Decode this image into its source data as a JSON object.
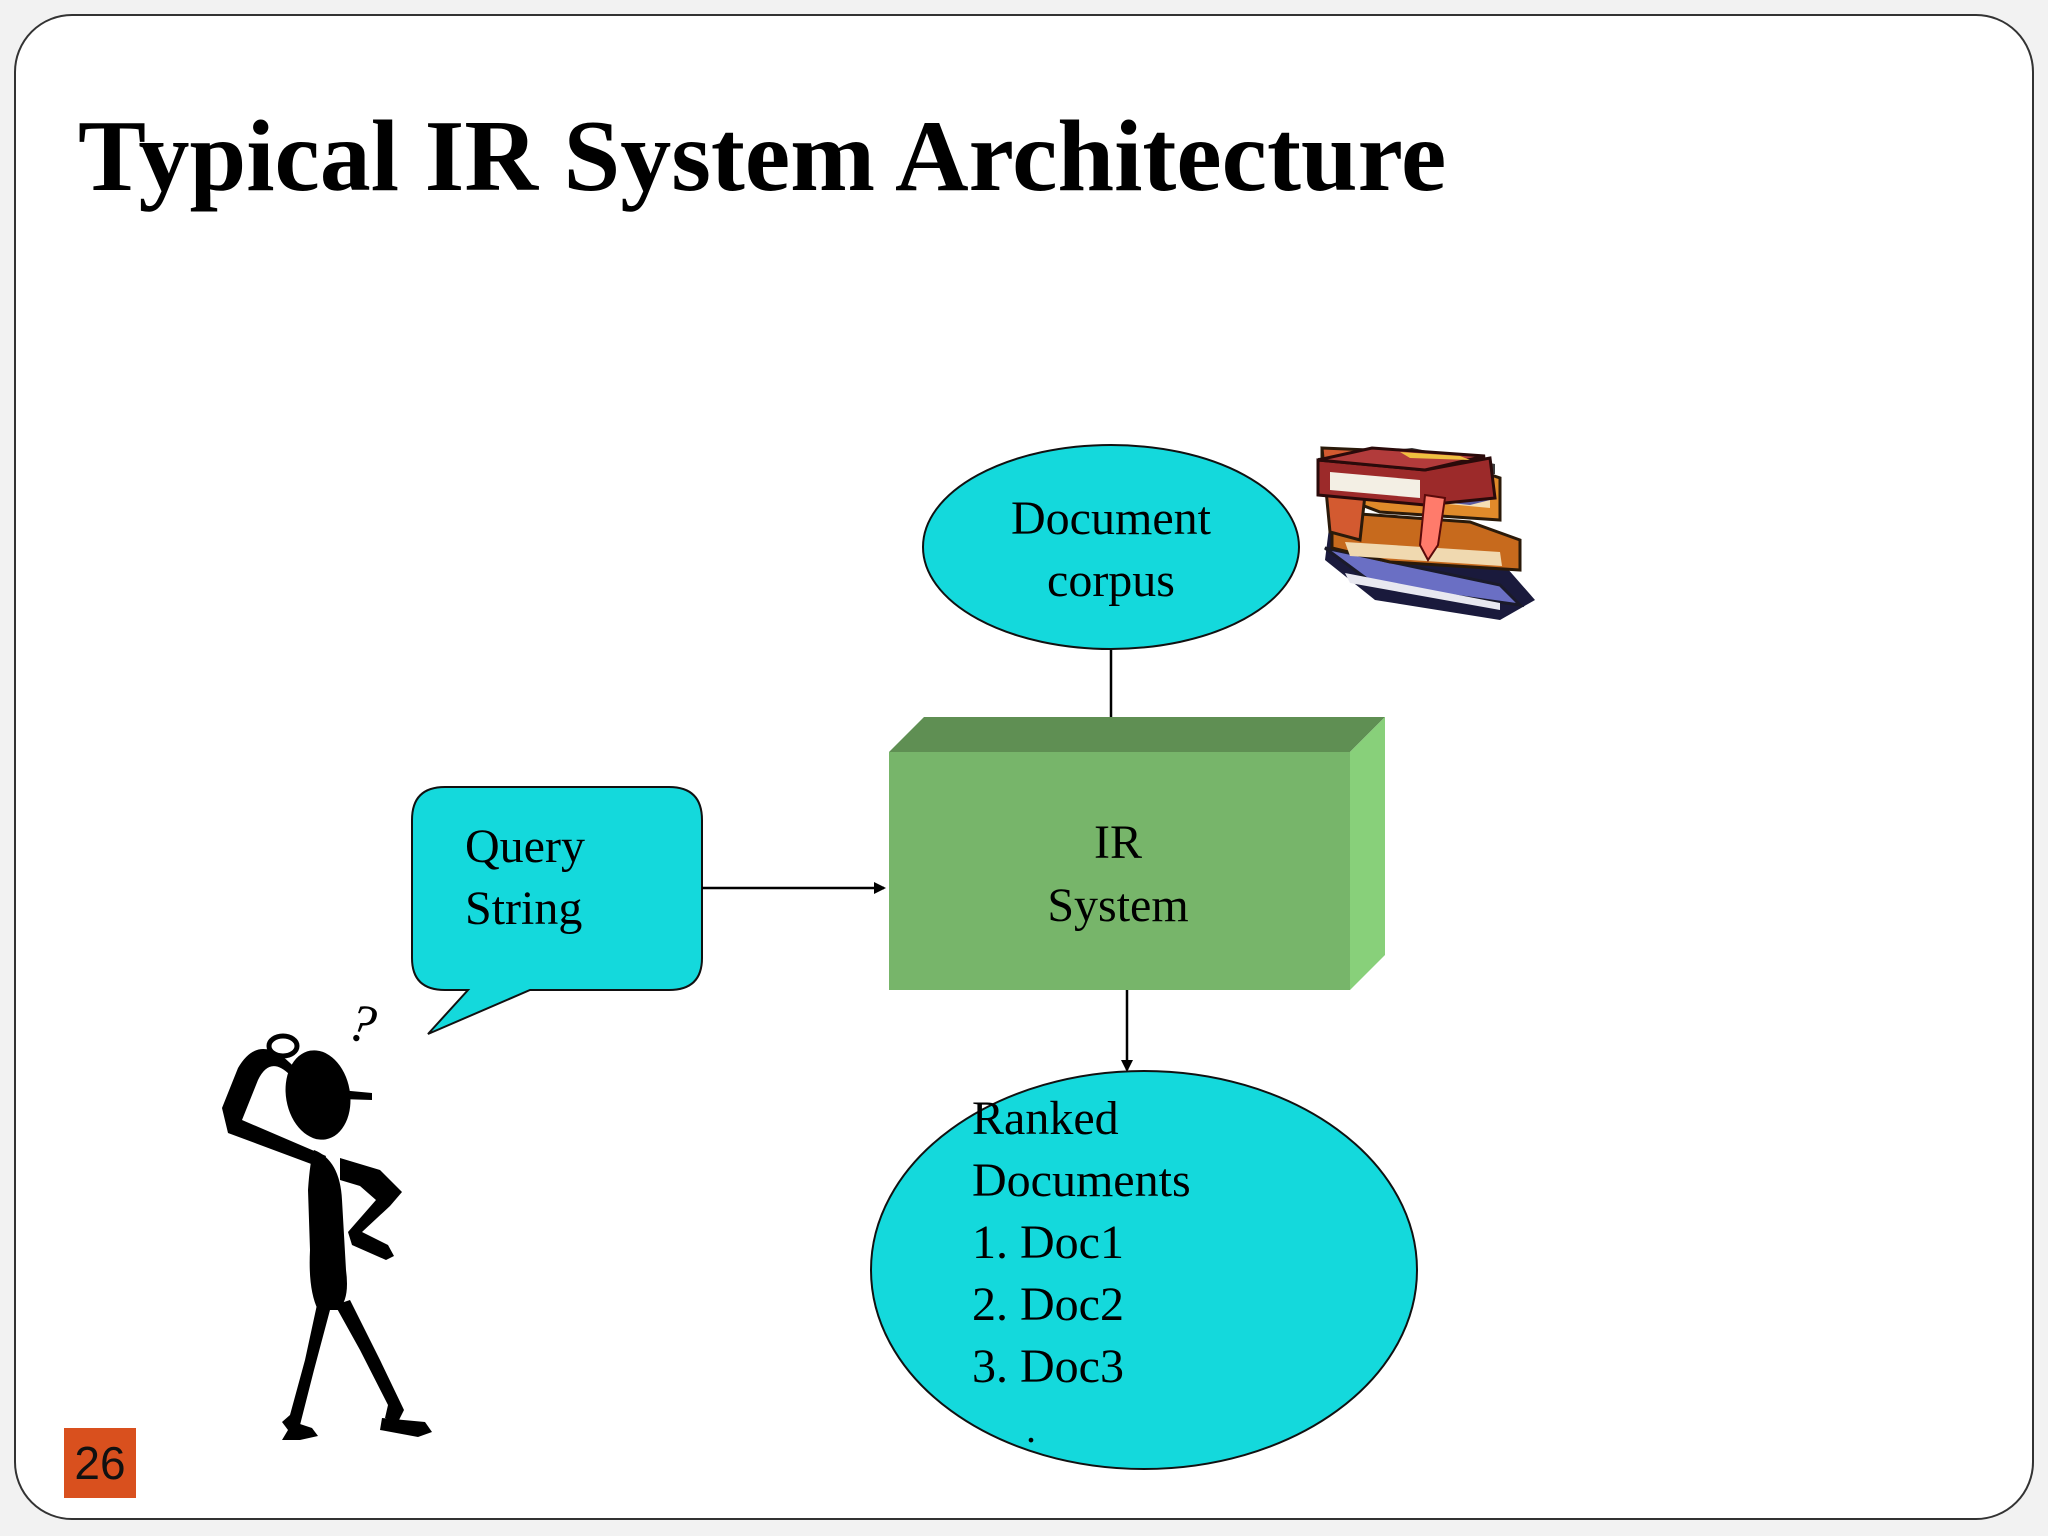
{
  "slide": {
    "title": "Typical IR System Architecture",
    "page_number": "26"
  },
  "diagram": {
    "document_corpus": {
      "line1": "Document",
      "line2": "corpus"
    },
    "query_string": {
      "line1": "Query",
      "line2": "String"
    },
    "ir_system": {
      "line1": "IR",
      "line2": "System"
    },
    "ranked_documents": {
      "line1": "Ranked",
      "line2": "Documents",
      "items": [
        "1. Doc1",
        "2. Doc2",
        "3. Doc3"
      ],
      "ellipsis": "."
    },
    "thinking_mark": "?"
  },
  "colors": {
    "cyan": "#14d9dc",
    "green_front": "#77b56a",
    "green_top": "#5f8f53",
    "green_side": "#88d07a",
    "page_badge": "#d9501e"
  },
  "icons": [
    "books-clipart-icon",
    "thinking-person-icon"
  ]
}
